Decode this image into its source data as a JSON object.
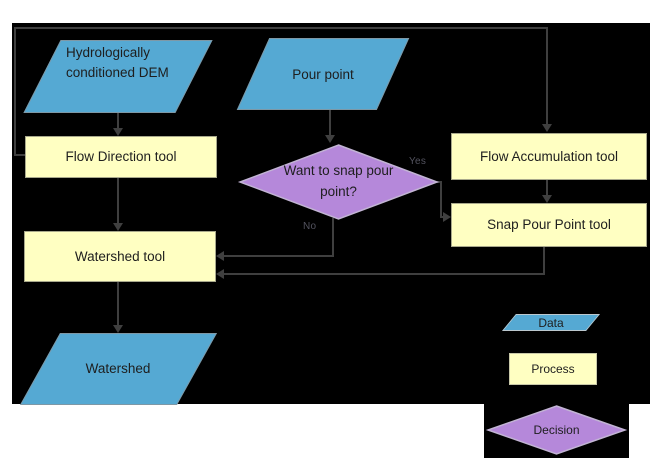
{
  "diagram_type": "flowchart",
  "nodes": {
    "dem": {
      "label": "Hydrologically conditioned DEM",
      "shape": "parallelogram",
      "kind": "data"
    },
    "pour_point": {
      "label": "Pour point",
      "shape": "parallelogram",
      "kind": "data"
    },
    "flow_direction": {
      "label": "Flow Direction tool",
      "shape": "rectangle",
      "kind": "process"
    },
    "flow_accumulation": {
      "label": "Flow Accumulation tool",
      "shape": "rectangle",
      "kind": "process"
    },
    "snap_decision": {
      "label": "Want to snap pour point?",
      "shape": "diamond",
      "kind": "decision"
    },
    "snap_pour_point": {
      "label": "Snap Pour Point tool",
      "shape": "rectangle",
      "kind": "process"
    },
    "watershed_tool": {
      "label": "Watershed tool",
      "shape": "rectangle",
      "kind": "process"
    },
    "watershed": {
      "label": "Watershed",
      "shape": "parallelogram",
      "kind": "data"
    }
  },
  "edge_labels": {
    "yes": "Yes",
    "no": "No"
  },
  "edges": [
    {
      "from": "dem",
      "to": "flow_direction"
    },
    {
      "from": "flow_direction",
      "to": "flow_accumulation"
    },
    {
      "from": "flow_direction",
      "to": "watershed_tool"
    },
    {
      "from": "pour_point",
      "to": "snap_decision"
    },
    {
      "from": "flow_accumulation",
      "to": "snap_pour_point"
    },
    {
      "from": "snap_decision",
      "to": "snap_pour_point",
      "label": "Yes"
    },
    {
      "from": "snap_decision",
      "to": "watershed_tool",
      "label": "No"
    },
    {
      "from": "snap_pour_point",
      "to": "watershed_tool"
    },
    {
      "from": "watershed_tool",
      "to": "watershed"
    }
  ],
  "legend": {
    "data_label": "Data",
    "process_label": "Process",
    "decision_label": "Decision"
  },
  "colors": {
    "page_bg": "#FFFFFF",
    "canvas_bg": "#000000",
    "data_fill": "#55A9D3",
    "process_fill": "#FFFFC2",
    "decision_fill": "#B588DA",
    "connector": "#3F3F3F",
    "text": "#1E1E1E"
  }
}
